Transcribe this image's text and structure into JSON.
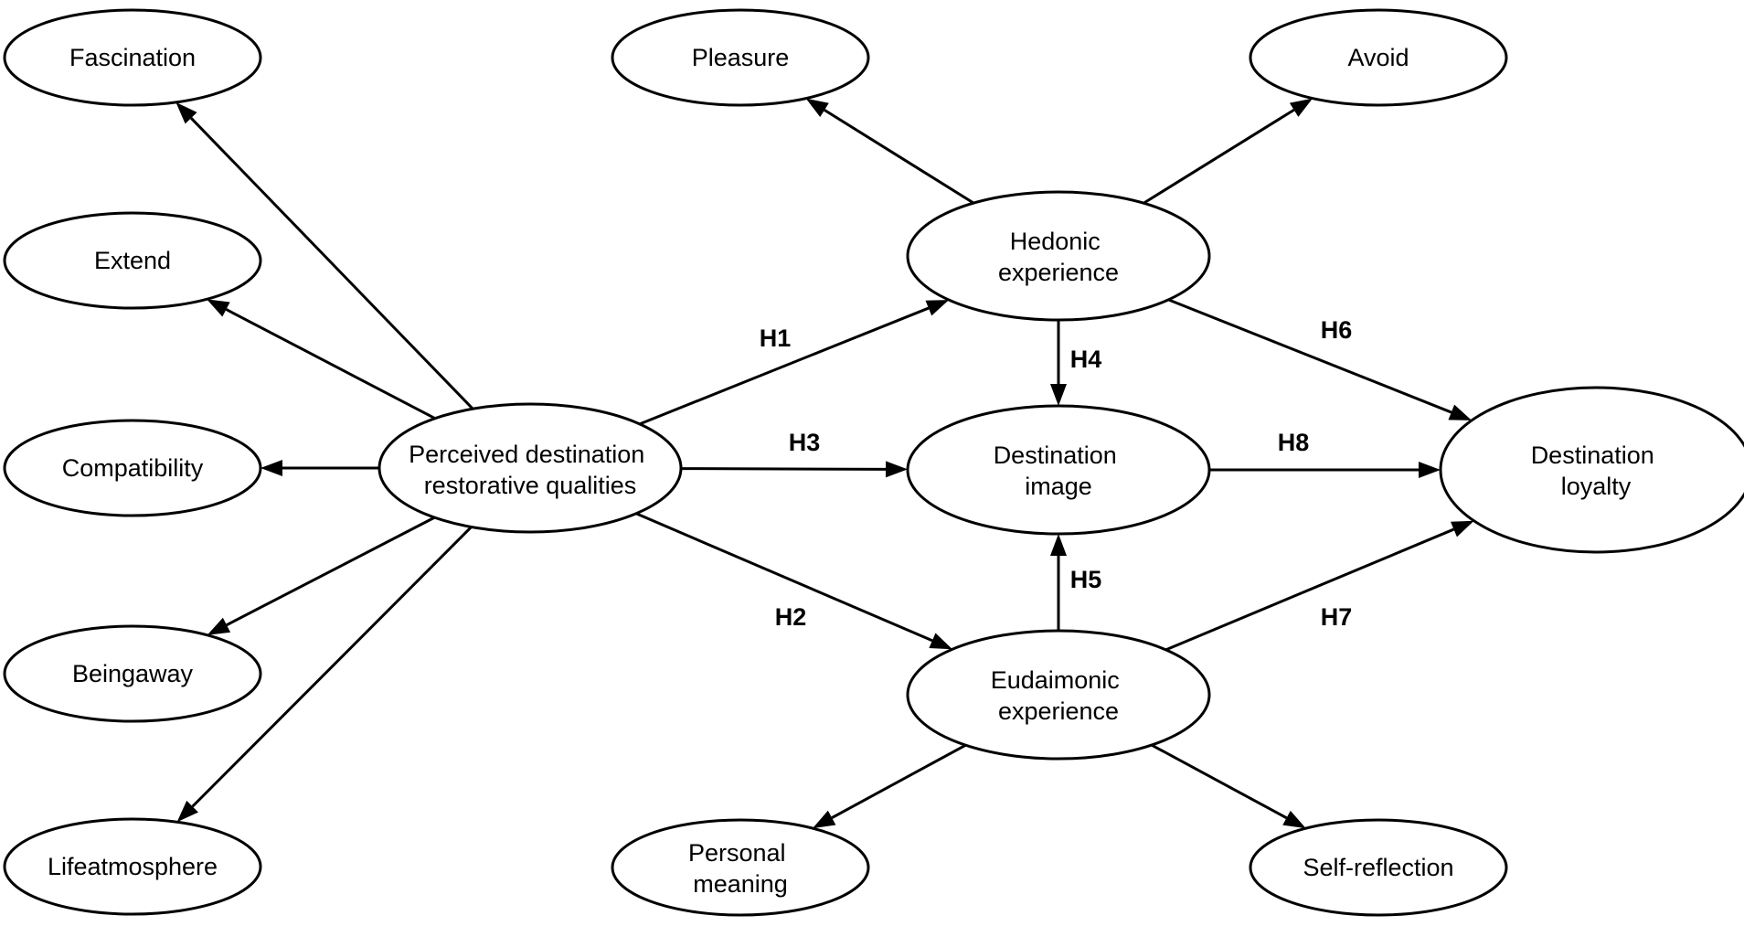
{
  "nodes": {
    "fascination": "Fascination",
    "extend": "Extend",
    "compatibility": "Compatibility",
    "beingaway": "Beingaway",
    "lifeatmosphere": "Lifeatmosphere",
    "pdrq": [
      "Perceived destination",
      "restorative qualities"
    ],
    "pleasure": "Pleasure",
    "avoid": "Avoid",
    "hedonic": [
      "Hedonic",
      "experience"
    ],
    "destination_image": [
      "Destination",
      "image"
    ],
    "eudaimonic": [
      "Eudaimonic",
      "experience"
    ],
    "destination_loyalty": [
      "Destination",
      "loyalty"
    ],
    "personal_meaning": [
      "Personal",
      "meaning"
    ],
    "self_reflection": "Self-reflection"
  },
  "hypotheses": {
    "h1": "H1",
    "h2": "H2",
    "h3": "H3",
    "h4": "H4",
    "h5": "H5",
    "h6": "H6",
    "h7": "H7",
    "h8": "H8"
  },
  "edges": [
    {
      "from": "pdrq",
      "to": "fascination"
    },
    {
      "from": "pdrq",
      "to": "extend"
    },
    {
      "from": "pdrq",
      "to": "compatibility"
    },
    {
      "from": "pdrq",
      "to": "beingaway"
    },
    {
      "from": "pdrq",
      "to": "lifeatmosphere"
    },
    {
      "from": "pdrq",
      "to": "hedonic",
      "label": "h1"
    },
    {
      "from": "pdrq",
      "to": "destination_image",
      "label": "h3"
    },
    {
      "from": "pdrq",
      "to": "eudaimonic",
      "label": "h2"
    },
    {
      "from": "hedonic",
      "to": "pleasure"
    },
    {
      "from": "hedonic",
      "to": "avoid"
    },
    {
      "from": "hedonic",
      "to": "destination_image",
      "label": "h4"
    },
    {
      "from": "hedonic",
      "to": "destination_loyalty",
      "label": "h6"
    },
    {
      "from": "destination_image",
      "to": "destination_loyalty",
      "label": "h8"
    },
    {
      "from": "eudaimonic",
      "to": "destination_image",
      "label": "h5"
    },
    {
      "from": "eudaimonic",
      "to": "destination_loyalty",
      "label": "h7"
    },
    {
      "from": "eudaimonic",
      "to": "personal_meaning"
    },
    {
      "from": "eudaimonic",
      "to": "self_reflection"
    }
  ]
}
